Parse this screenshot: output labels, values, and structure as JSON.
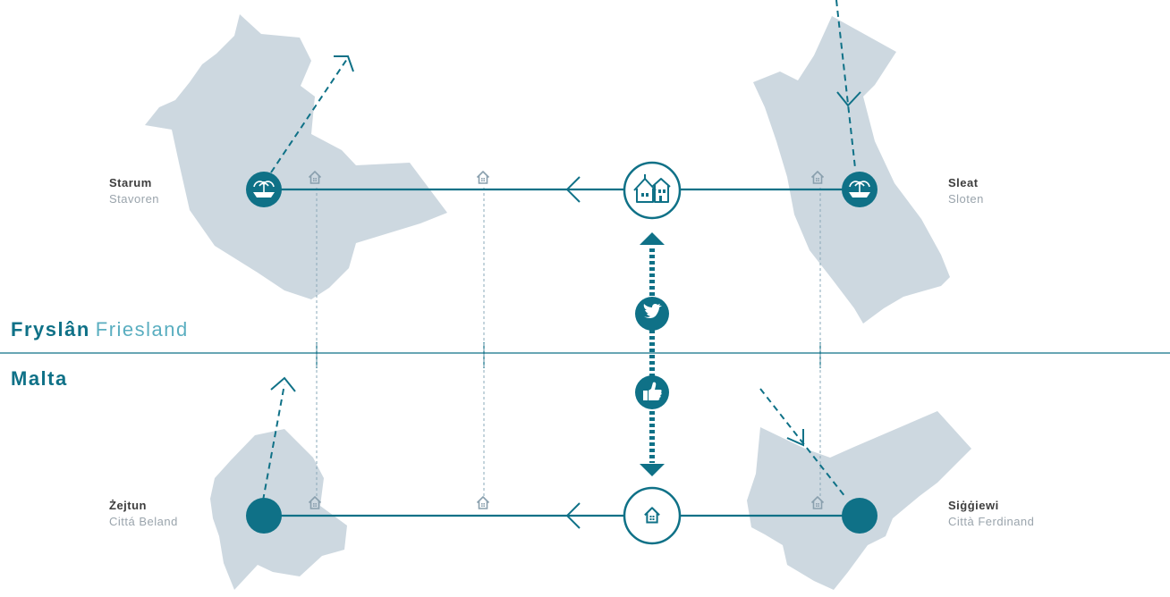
{
  "colors": {
    "teal": "#0f7187",
    "light_teal": "#5aaec0",
    "land": "#cdd8e0",
    "house_icon": "#8aa0ae",
    "text_dark": "#3d3d3d",
    "text_muted": "#9aa4ac"
  },
  "countries": {
    "top": {
      "name": "Fryslân",
      "alt": "Friesland"
    },
    "bottom": {
      "name": "Malta"
    }
  },
  "towns": {
    "starum": {
      "name": "Starum",
      "alt": "Stavoren",
      "icon": "fountain-icon"
    },
    "sleat": {
      "name": "Sleat",
      "alt": "Sloten",
      "icon": "fountain-icon"
    },
    "zejtun": {
      "name": "Żejtun",
      "alt": "Cittá Beland"
    },
    "siggiewi": {
      "name": "Siġġiewi",
      "alt": "Città Ferdinand"
    }
  },
  "hubs": {
    "top": {
      "icon": "houses-icon"
    },
    "bottom": {
      "icon": "house-icon"
    }
  },
  "links": [
    {
      "icon": "twitter-bird-icon"
    },
    {
      "icon": "thumbs-up-icon"
    }
  ]
}
